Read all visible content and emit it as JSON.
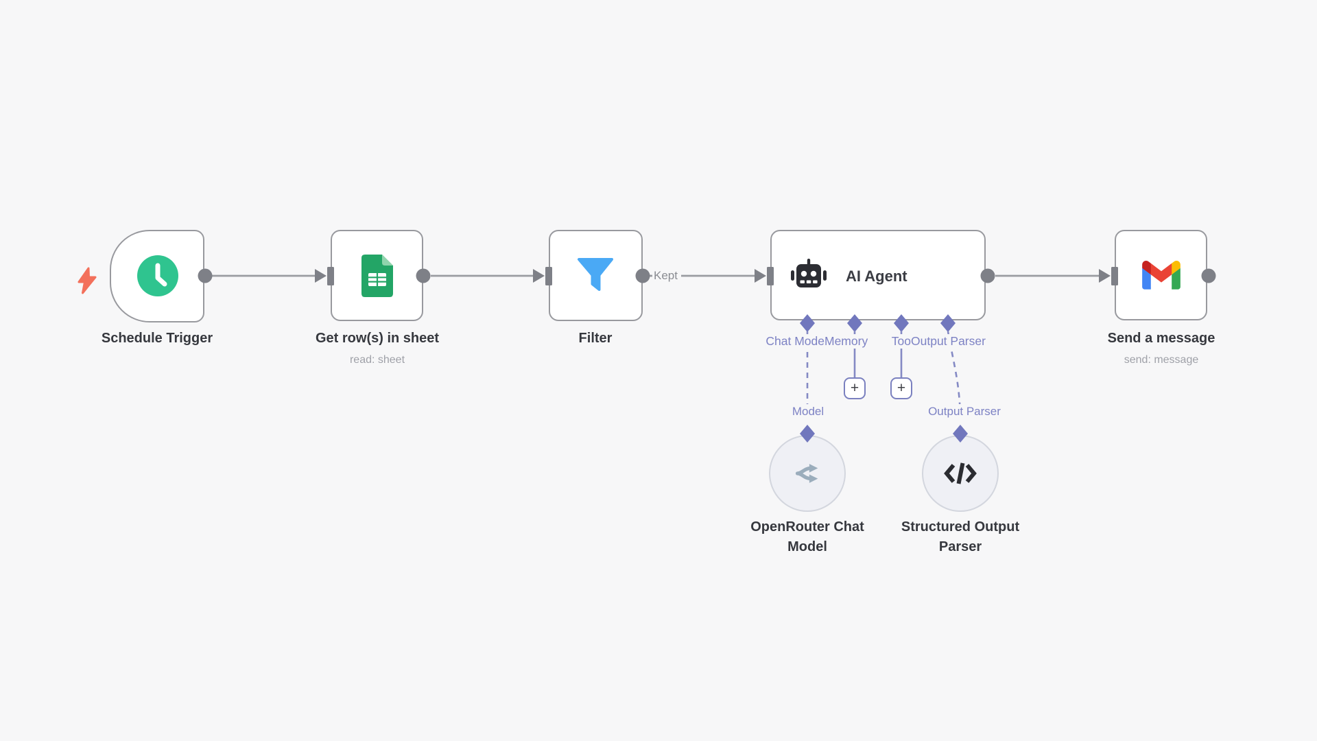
{
  "app": {
    "name": "n8n workflow canvas"
  },
  "colors": {
    "canvas_background": "#f7f7f8",
    "node_border": "#98999e",
    "connector_gray": "#9a9ca1",
    "connector_endpoint": "#7e8087",
    "agent_accent_purple": "#7177bd",
    "port_label_purple": "#7d82c4",
    "trigger_bolt_coral": "#f3705b",
    "clock_teal": "#2fc48f",
    "sheets_green": "#23a566",
    "filter_blue": "#4aa9f5",
    "gmail_red": "#EA4335",
    "gmail_blue": "#4285F4",
    "gmail_green": "#34A853",
    "gmail_yellow": "#FBBC04"
  },
  "workflow": {
    "nodes": [
      {
        "label": "Schedule Trigger",
        "icon": "clock-icon"
      },
      {
        "label": "Get row(s) in sheet",
        "subtitle": "read: sheet",
        "icon": "google-sheets-icon"
      },
      {
        "label": "Filter",
        "icon": "funnel-icon"
      },
      {
        "label": "AI Agent",
        "icon": "robot-icon"
      },
      {
        "label": "Send a message",
        "subtitle": "send: message",
        "icon": "gmail-icon"
      }
    ],
    "connection_labels": {
      "filter_to_agent": "Kept"
    },
    "agent_ports": [
      {
        "visible_label": "Chat Mode"
      },
      {
        "visible_label": "Memory"
      },
      {
        "visible_label": "Too"
      },
      {
        "visible_label": "Output Parser"
      }
    ],
    "plus_buttons": {
      "memory": "+",
      "tool": "+"
    },
    "sub_nodes": [
      {
        "port_label": "Model",
        "label": "OpenRouter Chat Model",
        "icon": "openrouter-icon"
      },
      {
        "port_label": "Output Parser",
        "label": "Structured Output Parser",
        "icon": "code-icon"
      }
    ]
  }
}
